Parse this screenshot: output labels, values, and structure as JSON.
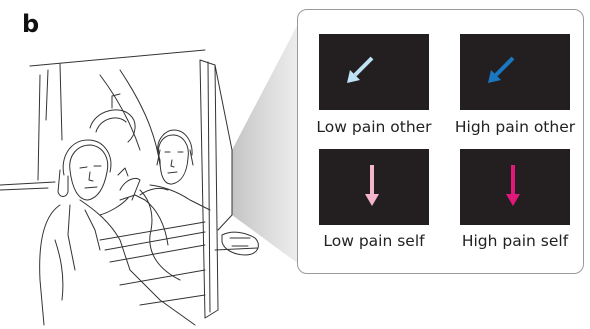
{
  "figure": {
    "panel_letter": "b",
    "conditions": [
      {
        "label": "Low pain other",
        "arrow": "diagonal-down-left",
        "color": "#bfe3f4"
      },
      {
        "label": "High pain other",
        "arrow": "diagonal-down-left",
        "color": "#1a77c2"
      },
      {
        "label": "Low pain self",
        "arrow": "down",
        "color": "#f3b5cc"
      },
      {
        "label": "High pain self",
        "arrow": "down",
        "color": "#e0187a"
      }
    ],
    "colors": {
      "cue_background": "#231f20",
      "callout_border": "#9a9a9a",
      "sketch_line": "#333333",
      "projection_shade": "#d9d9d9"
    }
  }
}
